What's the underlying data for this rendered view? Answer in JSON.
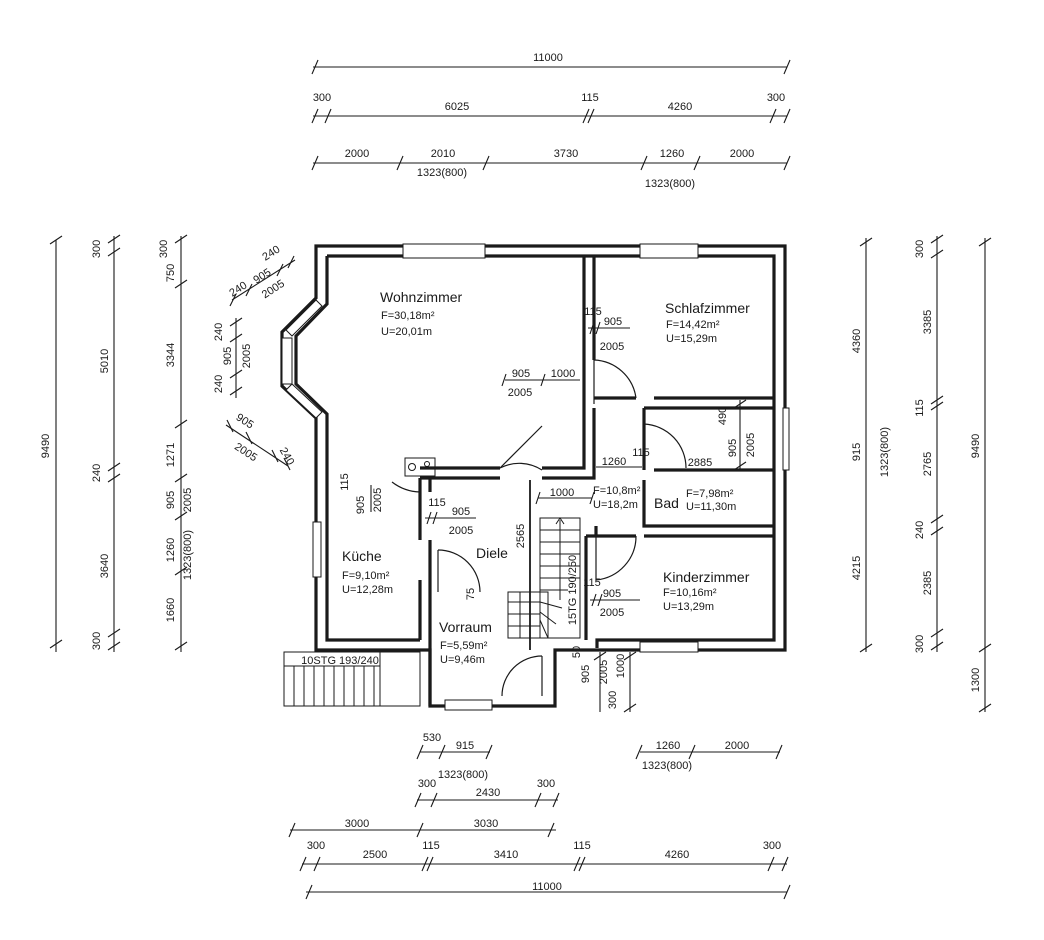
{
  "rooms": [
    {
      "name": "Wohnzimmer",
      "area": "F=30,18m²",
      "perimeter": "U=20,01m"
    },
    {
      "name": "Schlafzimmer",
      "area": "F=14,42m²",
      "perimeter": "U=15,29m"
    },
    {
      "name": "Bad",
      "area": "F=7,98m²",
      "perimeter": "U=11,30m"
    },
    {
      "name": "Diele",
      "area": "F=10,8m²",
      "perimeter": "U=18,2m"
    },
    {
      "name": "Küche",
      "area": "F=9,10m²",
      "perimeter": "U=12,28m"
    },
    {
      "name": "Kinderzimmer",
      "area": "F=10,16m²",
      "perimeter": "U=13,29m"
    },
    {
      "name": "Vorraum",
      "area": "F=5,59m²",
      "perimeter": "U=9,46m"
    }
  ],
  "stairs": {
    "interior": "15TG 190/250",
    "exterior": "10STG 193/240"
  },
  "dimensions": {
    "top": {
      "overall": "11000",
      "row2": [
        "300",
        "6025",
        "115",
        "4260",
        "300"
      ],
      "row3": [
        "2000",
        "2010",
        "3730",
        "1260",
        "2000"
      ],
      "row3_sub": [
        "1323(800)",
        "1323(800)"
      ]
    },
    "bottom": {
      "overall": "11000",
      "row2": [
        "300",
        "2500",
        "115",
        "3410",
        "115",
        "4260",
        "300"
      ],
      "row3": [
        "3000",
        "3030"
      ],
      "entry": [
        "300",
        "2430",
        "300"
      ],
      "entry_sub": "1323(800)",
      "entry_win": [
        "530",
        "915"
      ],
      "right_win": [
        "1260",
        "2000"
      ],
      "right_win_sub": "1323(800)"
    },
    "left": {
      "overall": "9490",
      "col2": [
        "300",
        "5010",
        "240",
        "3640",
        "300"
      ],
      "col3": [
        "300",
        "750",
        "3344",
        "1271",
        "905",
        "1260",
        "1660"
      ],
      "col3_sub": [
        "2005",
        "1323(800)"
      ]
    },
    "right": {
      "overall": "9490",
      "col1": [
        "4360",
        "4215"
      ],
      "col1b": [
        "915",
        "1323(800)"
      ],
      "col2": [
        "300",
        "3385",
        "115",
        "2765",
        "240",
        "2385",
        "300"
      ],
      "extra": "1300"
    },
    "bay": [
      "240",
      "905",
      "2005",
      "240",
      "240",
      "905",
      "2005",
      "240",
      "905",
      "2005",
      "240"
    ],
    "openings": [
      {
        "width": "905",
        "height": "2005"
      },
      {
        "width": "905",
        "height": "2005"
      },
      {
        "width": "905",
        "height": "2005"
      },
      {
        "width": "905",
        "height": "2005"
      },
      {
        "width": "905",
        "height": "2005"
      },
      {
        "width": "905",
        "height": "2005"
      },
      {
        "width": "905",
        "height": "2005"
      }
    ],
    "misc": [
      "115",
      "1000",
      "115",
      "490",
      "2885",
      "1260",
      "115",
      "1000",
      "2565",
      "75",
      "115",
      "50",
      "1000",
      "300",
      "115",
      "115",
      "115"
    ]
  }
}
